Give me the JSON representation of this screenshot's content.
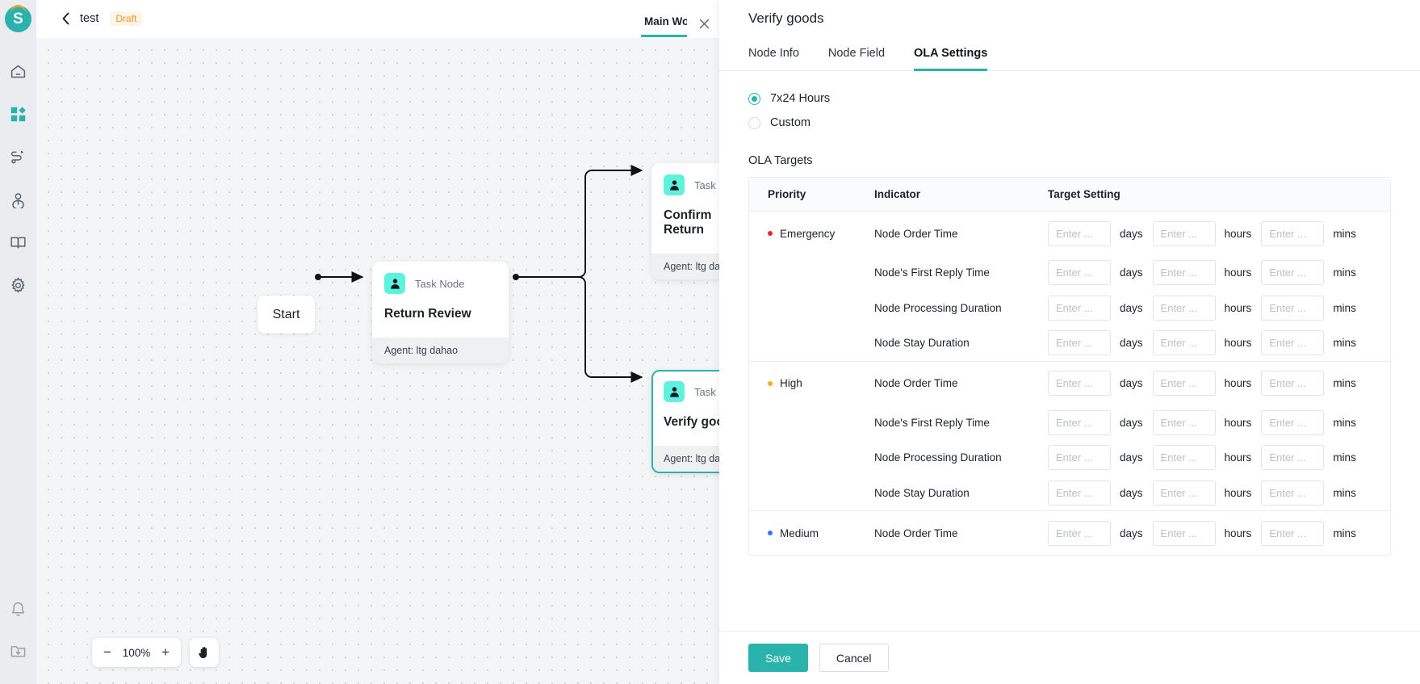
{
  "brand": {
    "logo_letter": "S",
    "accent": "#2ab3ad"
  },
  "sidebar": {
    "items": [
      {
        "name": "home-icon",
        "label": "Home"
      },
      {
        "name": "apps-icon",
        "label": "Apps",
        "active": true
      },
      {
        "name": "workflow-icon",
        "label": "Workflow"
      },
      {
        "name": "users-icon",
        "label": "Users"
      },
      {
        "name": "knowledge-icon",
        "label": "Knowledge"
      },
      {
        "name": "settings-icon",
        "label": "Settings"
      }
    ],
    "bottom_items": [
      {
        "name": "bell-icon",
        "label": "Notifications"
      },
      {
        "name": "download-folder-icon",
        "label": "Downloads"
      }
    ]
  },
  "topbar": {
    "back_label": "Back",
    "workflow_name": "test",
    "status_badge": "Draft",
    "tab_label": "Main Wo",
    "close_label": "✕"
  },
  "canvas": {
    "zoom_level": "100%",
    "zoom_out_label": "−",
    "zoom_in_label": "+",
    "pan_tool_label": "✋",
    "start_node": {
      "label": "Start"
    },
    "nodes": [
      {
        "id": "node-task",
        "type_label": "Task Node",
        "title": "Return Review",
        "agent_label": "Agent: ltg dahao",
        "selected": false
      },
      {
        "id": "node-confirm",
        "type_label": "Task Node",
        "title": "Confirm Return",
        "agent_label": "Agent: ltg dahao",
        "selected": false
      },
      {
        "id": "node-verify",
        "type_label": "Task Node",
        "title": "Verify goods",
        "agent_label": "Agent: ltg dahao",
        "selected": true
      }
    ]
  },
  "panel": {
    "title": "Verify goods",
    "tabs": [
      {
        "label": "Node Info",
        "active": false
      },
      {
        "label": "Node Field",
        "active": false
      },
      {
        "label": "OLA Settings",
        "active": true
      }
    ],
    "schedule_options": [
      {
        "label": "7x24 Hours",
        "checked": true
      },
      {
        "label": "Custom",
        "checked": false
      }
    ],
    "section_label": "OLA Targets",
    "table": {
      "headers": [
        "Priority",
        "Indicator",
        "Target Setting"
      ],
      "units": [
        "days",
        "hours",
        "mins"
      ],
      "input_placeholder": "Enter ...",
      "groups": [
        {
          "priority": "Emergency",
          "dot_color": "#f5222d",
          "rows": [
            {
              "indicator": "Node Order Time",
              "days": "",
              "hours": "",
              "mins": ""
            },
            {
              "indicator": "Node's First Reply Time",
              "days": "",
              "hours": "",
              "mins": ""
            },
            {
              "indicator": "Node Processing Duration",
              "days": "",
              "hours": "",
              "mins": ""
            },
            {
              "indicator": "Node Stay Duration",
              "days": "",
              "hours": "",
              "mins": ""
            }
          ]
        },
        {
          "priority": "High",
          "dot_color": "#faad14",
          "rows": [
            {
              "indicator": "Node Order Time",
              "days": "",
              "hours": "",
              "mins": ""
            },
            {
              "indicator": "Node's First Reply Time",
              "days": "",
              "hours": "",
              "mins": ""
            },
            {
              "indicator": "Node Processing Duration",
              "days": "",
              "hours": "",
              "mins": ""
            },
            {
              "indicator": "Node Stay Duration",
              "days": "",
              "hours": "",
              "mins": ""
            }
          ]
        },
        {
          "priority": "Medium",
          "dot_color": "#2979ff",
          "rows": [
            {
              "indicator": "Node Order Time",
              "days": "",
              "hours": "",
              "mins": ""
            }
          ]
        }
      ]
    },
    "footer": {
      "save_label": "Save",
      "cancel_label": "Cancel"
    }
  }
}
